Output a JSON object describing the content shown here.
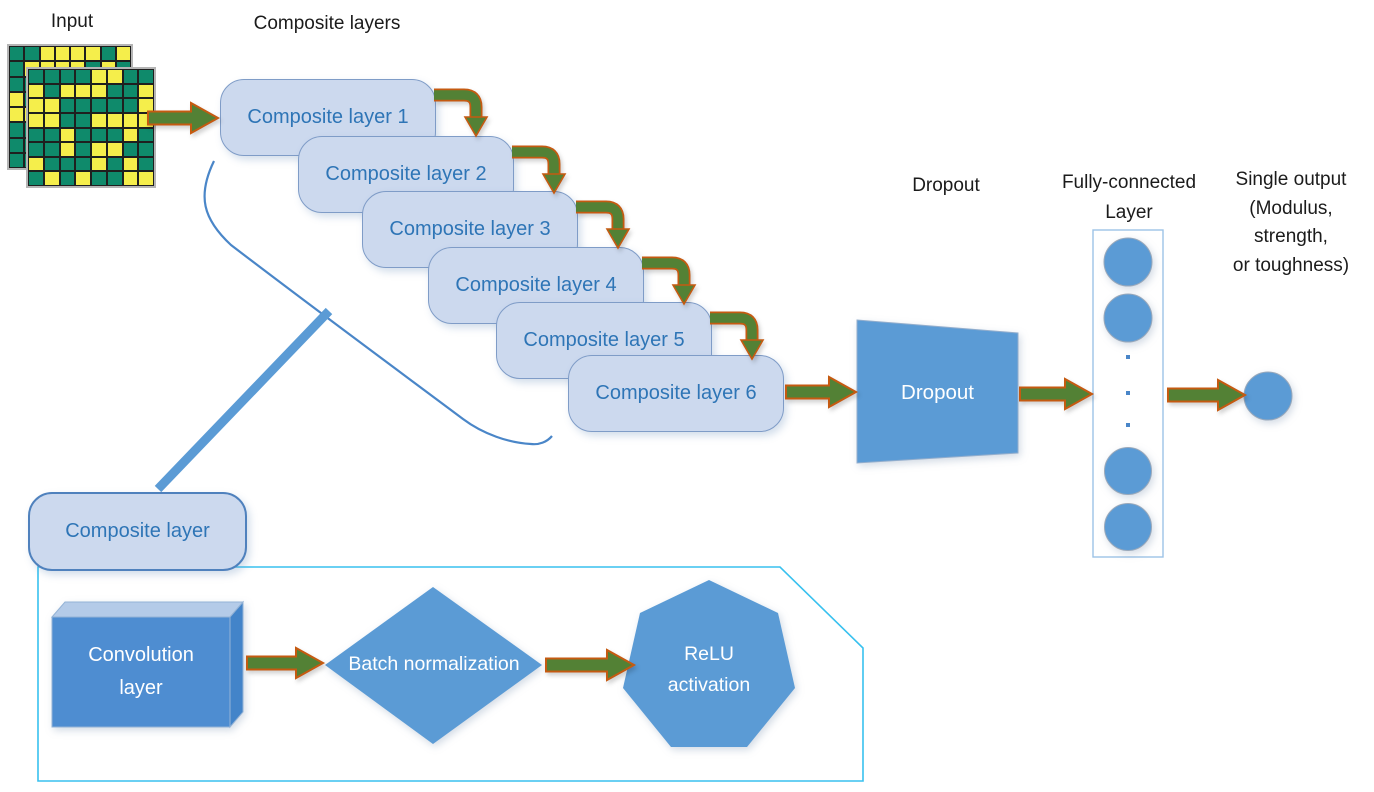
{
  "labels": {
    "input": "Input",
    "composite_layers": "Composite layers",
    "dropout": "Dropout",
    "fully_connected": [
      "Fully-connected",
      "Layer"
    ],
    "single_output": [
      "Single output",
      "(Modulus,",
      "strength,",
      "or toughness)"
    ]
  },
  "cascade": [
    {
      "label": "Composite layer 1"
    },
    {
      "label": "Composite layer 2"
    },
    {
      "label": "Composite layer 3"
    },
    {
      "label": "Composite layer 4"
    },
    {
      "label": "Composite layer 5"
    },
    {
      "label": "Composite layer 6"
    }
  ],
  "shapes": {
    "dropout": "Dropout",
    "composite_layer": "Composite layer",
    "convolution": [
      "Convolution",
      "layer"
    ],
    "batch_norm": "Batch normalization",
    "relu": [
      "ReLU",
      "activation"
    ]
  },
  "input_grid": {
    "back_pattern": [
      "GGYYYYGY",
      "GYYYYGYG",
      "GGGYGGGY",
      "YGYGGYGG",
      "YYGGYGGY",
      "GGYGGGYG",
      "GGGYGYGG",
      "GGYGYGGY"
    ],
    "front_pattern": [
      "GGGGYYGG",
      "YGYYYGGY",
      "YYGGGGGY",
      "YYGGYYYY",
      "GGYGGGYG",
      "GGYGYYGG",
      "YGGGYGYG",
      "GYGYGGYY"
    ]
  },
  "colors": {
    "shape_blue": "#5b9bd5",
    "box_fill": "#ccd9ee",
    "box_border": "#7f9cc7",
    "box_text": "#2e75b6",
    "arrow_green": "#538135",
    "arrow_outline": "#c55a11",
    "container_border": "#38c1ef",
    "connector_blue": "#4a86c8",
    "grid_green": "#0f8a6b",
    "grid_yellow": "#f5ee4b",
    "label_text": "#1b1b1b"
  }
}
